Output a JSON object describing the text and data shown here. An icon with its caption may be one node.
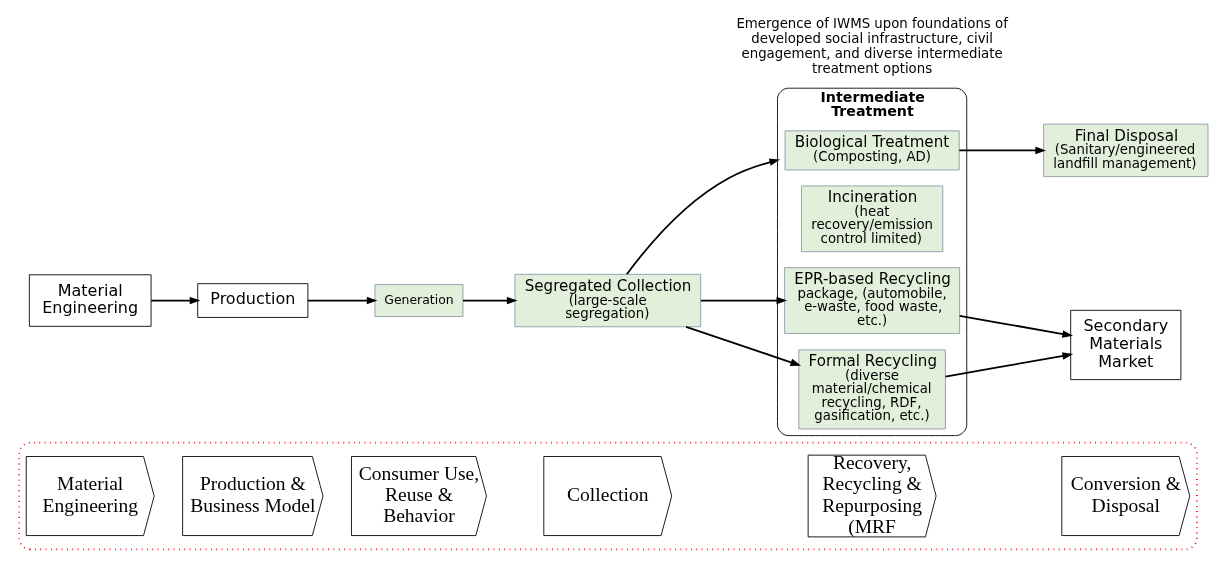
{
  "diagram": {
    "nodes": [
      {
        "text": [],
        "shape": "box"
      },
      {
        "text": [
          "Material Engineering"
        ],
        "in": 0
      },
      {
        "text": [
          "Production & Business Model"
        ],
        "in": 0
      },
      {
        "text": [
          "Consumer Use, Reuse & Behavior"
        ],
        "in": 0
      },
      {
        "text": [
          "Collection"
        ],
        "in": 0
      },
      {
        "text": [
          "Recovery, Recycling & Repurposing (MRF"
        ],
        "in": 0
      },
      {
        "text": [
          "Conversion & Disposal"
        ],
        "in": 0
      },
      {
        "text": [
          "Material Engineering"
        ]
      },
      {
        "text": [
          "Production"
        ]
      },
      {
        "text": [
          "Generation"
        ]
      },
      {
        "text": [
          "Segregated Collection",
          "(large-scale segregation)"
        ]
      },
      {
        "text": [
          "Intermediate Treatment"
        ]
      },
      {
        "text": [
          "Biological Treatment",
          "(Composting, AD)"
        ],
        "in": 11
      },
      {
        "text": [
          "Incineration",
          "(heat recovery/emission control limited)"
        ],
        "in": 11
      },
      {
        "text": [
          "EPR-based Recycling",
          "package, (automobile, e-waste, food waste, etc.)"
        ],
        "in": 11
      },
      {
        "text": [
          "Formal Recycling",
          "(diverse material/chemical recycling, RDF, gasification, etc.)"
        ],
        "in": 11
      },
      {
        "text": [
          "Final Disposal",
          "(Sanitary/engineered landfill management)"
        ]
      },
      {
        "text": [
          "Secondary Materials Market"
        ]
      }
    ],
    "edges": [
      {
        "from": 7,
        "to": 8,
        "arrow": "to"
      },
      {
        "from": 8,
        "to": 9,
        "arrow": "to"
      },
      {
        "from": 9,
        "to": 10,
        "arrow": "to"
      },
      {
        "from": 10,
        "to": 11,
        "arrow": "to"
      },
      {
        "from": 10,
        "to": 14,
        "arrow": "to"
      },
      {
        "from": 10,
        "to": 15,
        "arrow": "to"
      },
      {
        "from": 12,
        "to": 16,
        "arrow": "to"
      },
      {
        "from": 14,
        "to": 17,
        "arrow": "to"
      },
      {
        "from": 15,
        "to": 17,
        "arrow": "to"
      }
    ],
    "labels": [
      "Emergence of IWMS upon foundations of developed social infrastructure, civil engagement, and diverse intermediate treatment options"
    ]
  }
}
